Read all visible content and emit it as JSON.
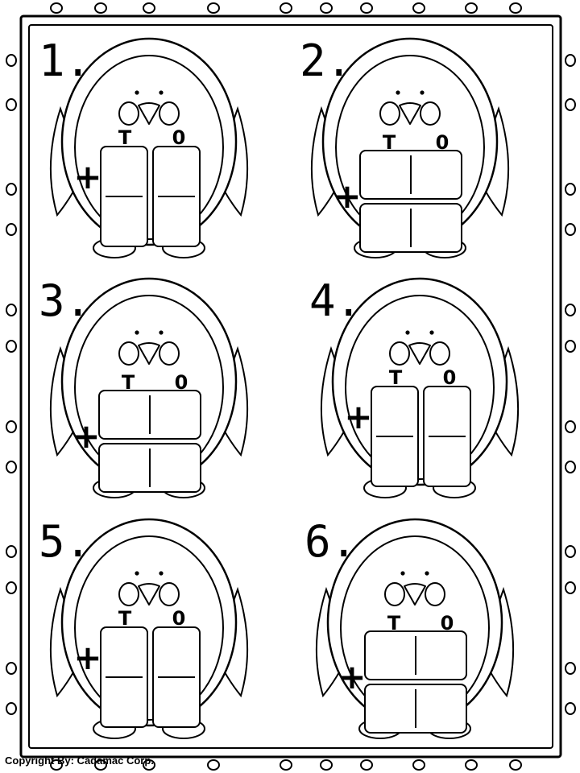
{
  "problems": [
    {
      "number": "1.",
      "tens_label": "T",
      "ones_label": "0",
      "operator": "+",
      "layout": "vertical"
    },
    {
      "number": "2.",
      "tens_label": "T",
      "ones_label": "0",
      "operator": "+",
      "layout": "horizontal"
    },
    {
      "number": "3.",
      "tens_label": "T",
      "ones_label": "0",
      "operator": "+",
      "layout": "horizontal"
    },
    {
      "number": "4.",
      "tens_label": "T",
      "ones_label": "0",
      "operator": "+",
      "layout": "vertical"
    },
    {
      "number": "5.",
      "tens_label": "T",
      "ones_label": "0",
      "operator": "+",
      "layout": "vertical"
    },
    {
      "number": "6.",
      "tens_label": "T",
      "ones_label": "0",
      "operator": "+",
      "layout": "horizontal"
    }
  ],
  "copyright": "Copyright By: Cadamac Corp."
}
